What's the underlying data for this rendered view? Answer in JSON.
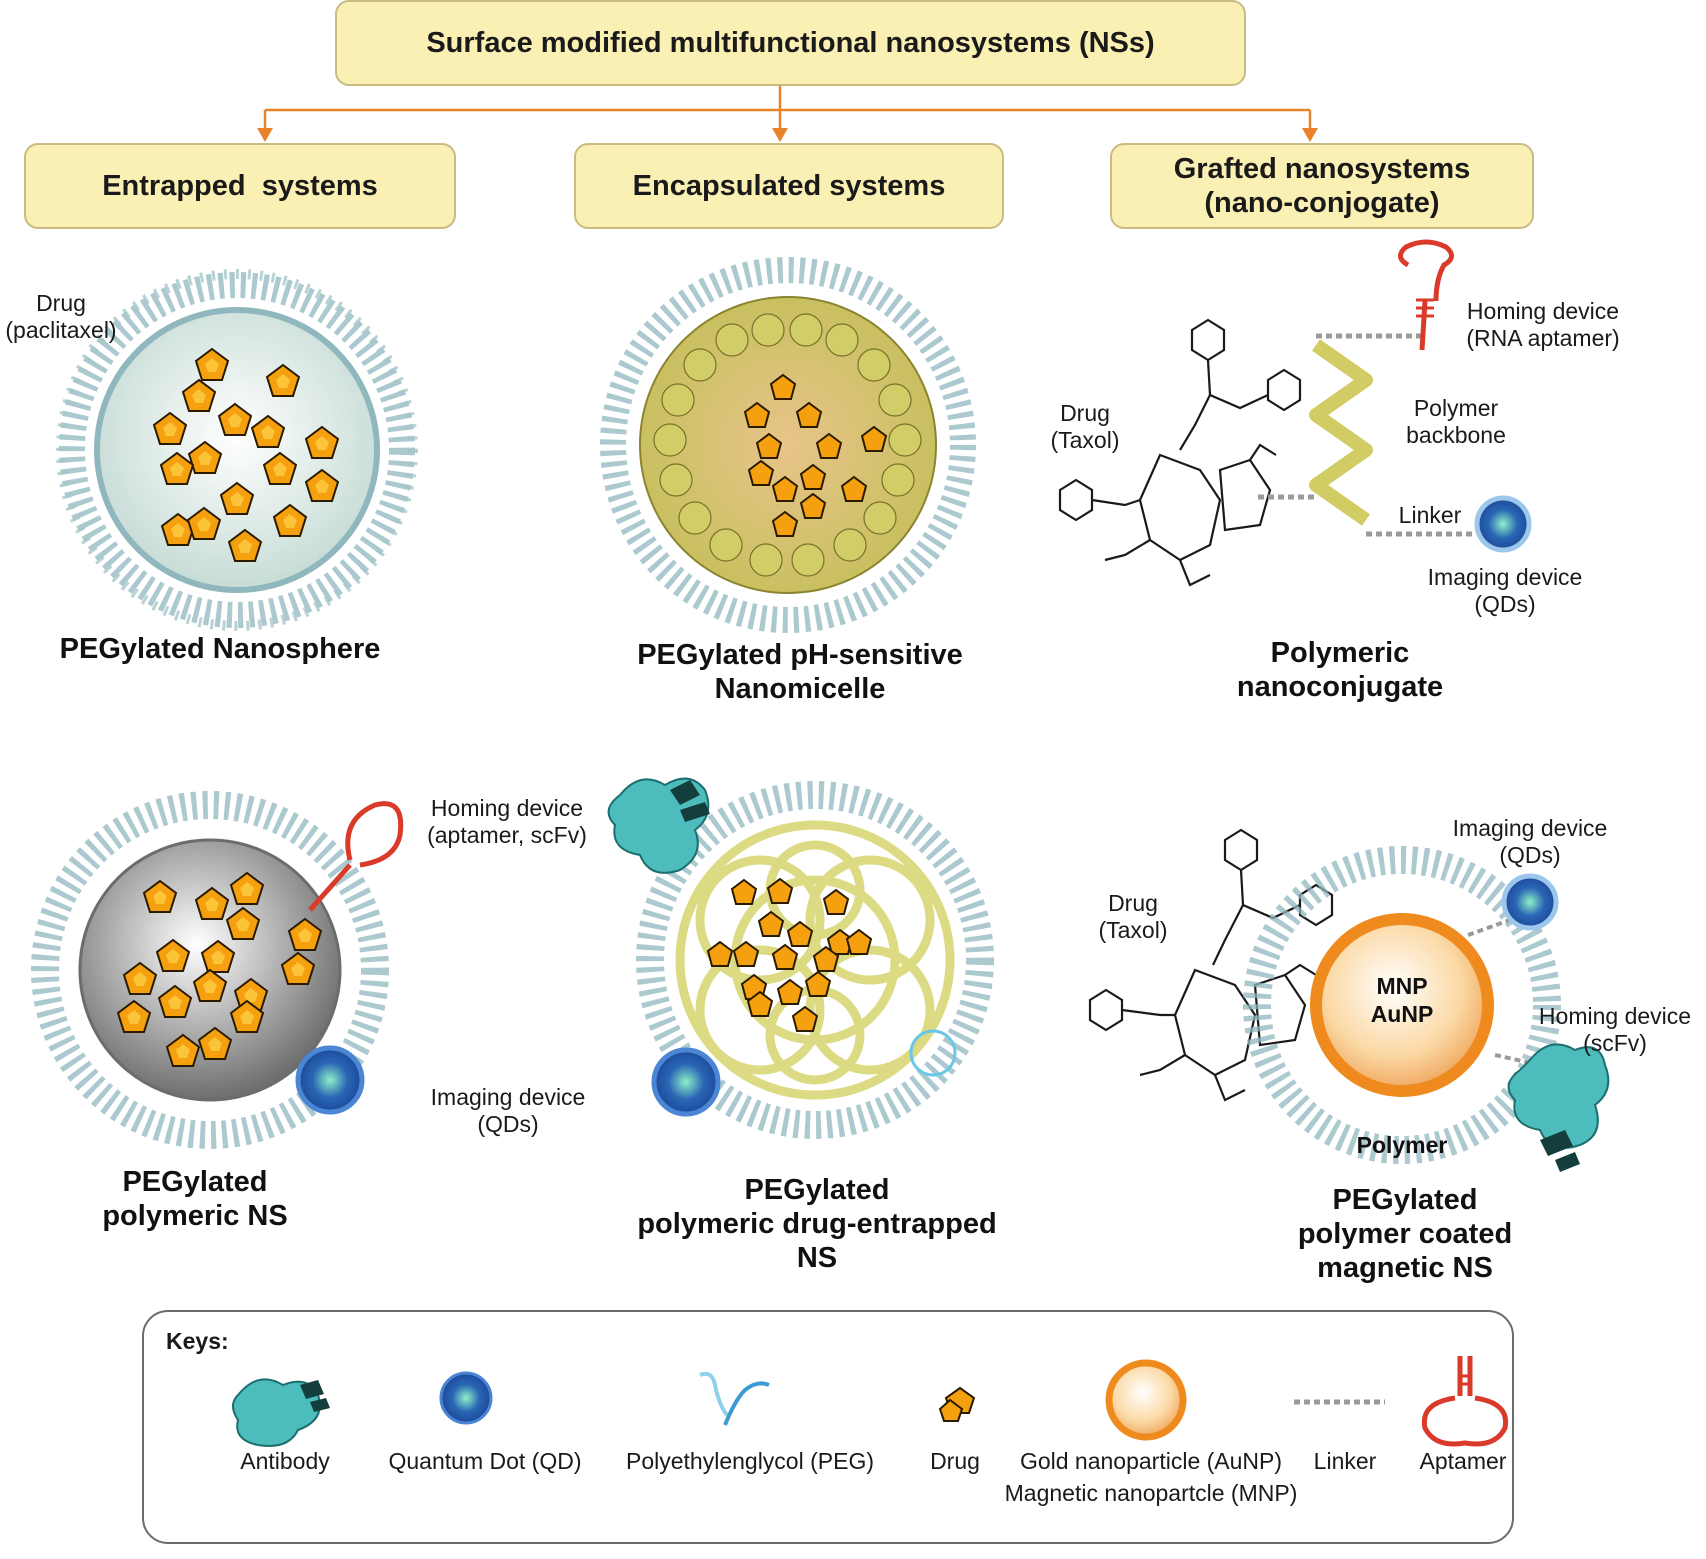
{
  "header": {
    "title": "Surface modified multifunctional nanosystems (NSs)"
  },
  "categories": [
    {
      "label": "Entrapped  systems"
    },
    {
      "label": "Encapsulated systems"
    },
    {
      "label_line1": "Grafted nanosystems",
      "label_line2": "(nano-conjogate)"
    }
  ],
  "panels": {
    "nanosphere": {
      "title": "PEGylated Nanosphere",
      "drug_line1": "Drug",
      "drug_line2": "(paclitaxel)"
    },
    "micelle": {
      "title_line1": "PEGylated pH-sensitive",
      "title_line2": "Nanomicelle"
    },
    "conjugate": {
      "title_line1": "Polymeric",
      "title_line2": "nanoconjugate",
      "drug_line1": "Drug",
      "drug_line2": "(Taxol)",
      "homing_line1": "Homing device",
      "homing_line2": "(RNA aptamer)",
      "backbone_line1": "Polymer",
      "backbone_line2": "backbone",
      "linker": "Linker",
      "imaging_line1": "Imaging device",
      "imaging_line2": "(QDs)"
    },
    "polymeric_ns": {
      "title_line1": "PEGylated",
      "title_line2": "polymeric NS"
    },
    "drug_entrapped": {
      "title_line1": "PEGylated",
      "title_line2": "polymeric drug-entrapped",
      "title_line3": "NS",
      "homing_line1": "Homing device",
      "homing_line2": "(aptamer, scFv)",
      "imaging_line1": "Imaging device",
      "imaging_line2": "(QDs)"
    },
    "magnetic": {
      "title_line1": "PEGylated",
      "title_line2": "polymer coated",
      "title_line3": "magnetic NS",
      "drug_line1": "Drug",
      "drug_line2": "(Taxol)",
      "imaging_line1": "Imaging device",
      "imaging_line2": "(QDs)",
      "homing_line1": "Homing device",
      "homing_line2": "(scFv)",
      "core_line1": "MNP",
      "core_line2": "AuNP",
      "polymer": "Polymer"
    }
  },
  "keys": {
    "title": "Keys:",
    "antibody": "Antibody",
    "qd": "Quantum Dot (QD)",
    "peg": "Polyethylenglycol (PEG)",
    "drug": "Drug",
    "gold_line1": "Gold nanoparticle (AuNP)",
    "gold_line2": "Magnetic nanopartcle (MNP)",
    "linker": "Linker",
    "aptamer": "Aptamer"
  },
  "colors": {
    "box_fill": "#fbf0b3",
    "arrow": "#e8832a",
    "drug": "#f5a00f",
    "peg": "#8fb7bd",
    "qd": "#2f6fc0",
    "aptamer": "#d93a2a",
    "gold": "#f0882a",
    "polymer": "#d8d36a",
    "antibody": "#3ab3b3"
  }
}
